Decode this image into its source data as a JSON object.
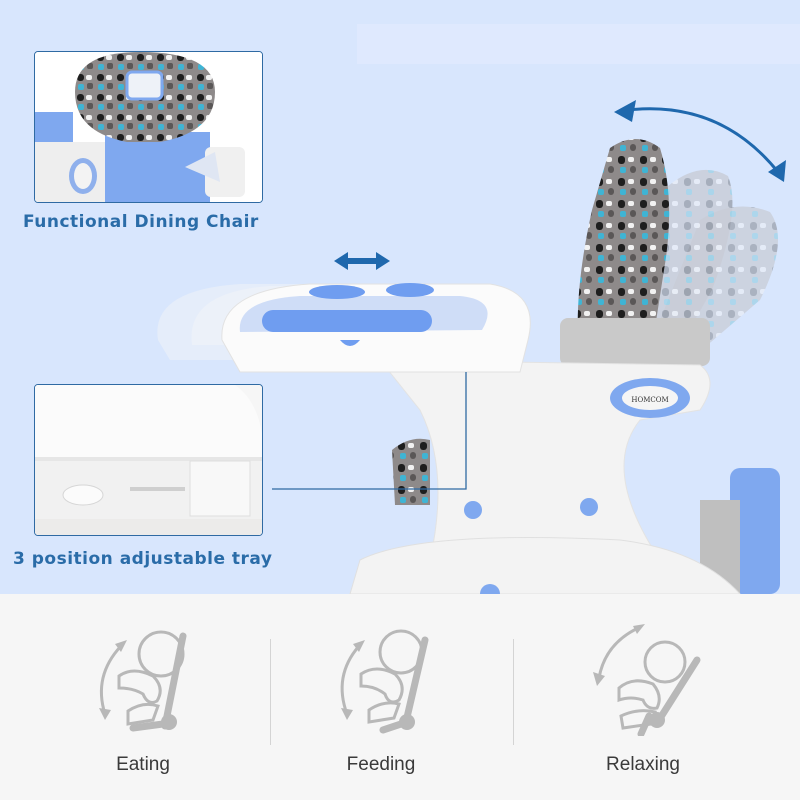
{
  "features": {
    "dining_chair": {
      "caption": "Functional Dining Chair"
    },
    "tray": {
      "caption": "3 position adjustable tray"
    }
  },
  "product": {
    "brand_logo": "HOMCOM",
    "annotations": [
      "horizontal-double-arrow",
      "curved-double-arrow"
    ]
  },
  "modes": [
    {
      "label": "Eating",
      "icon": "recline-eating-icon"
    },
    {
      "label": "Feeding",
      "icon": "recline-feeding-icon"
    },
    {
      "label": "Relaxing",
      "icon": "recline-relaxing-icon"
    }
  ],
  "colors": {
    "background": "#d8e6fd",
    "accent": "#2a6ca8",
    "arrow": "#1f68ad",
    "chair_blue": "#7fa8ef",
    "icon_gray": "#b8b8b8",
    "bottom_panel": "#f6f6f6"
  }
}
